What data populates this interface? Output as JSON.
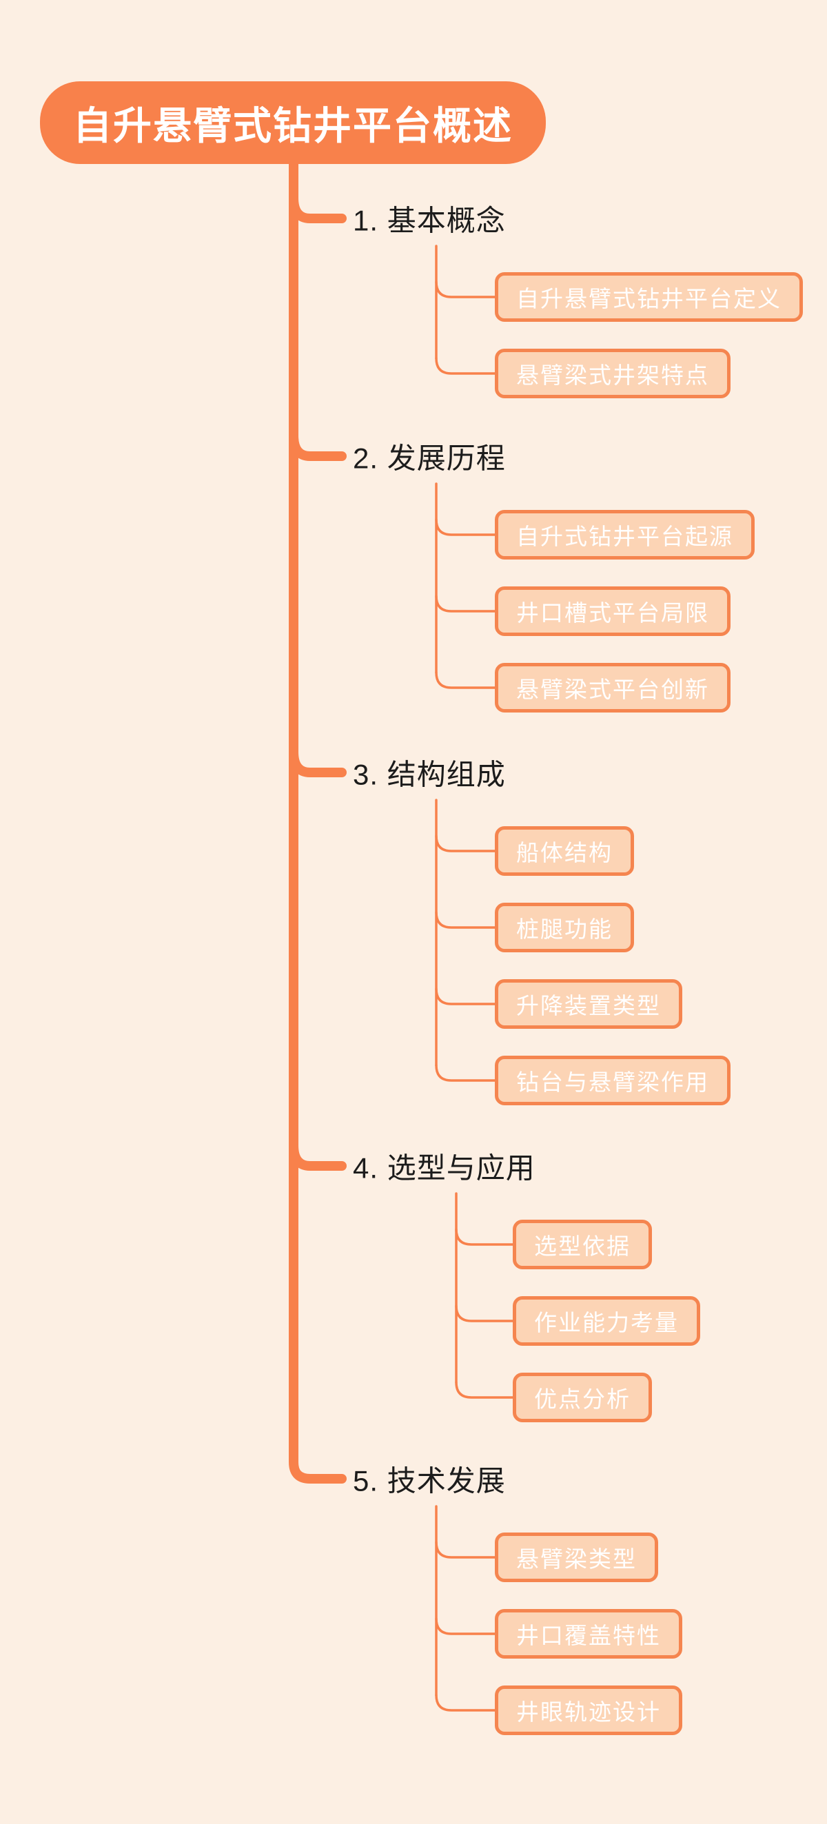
{
  "root": {
    "label": "自升悬臂式钻井平台概述"
  },
  "branches": [
    {
      "label": "1. 基本概念",
      "children": [
        "自升悬臂式钻井平台定义",
        "悬臂梁式井架特点"
      ]
    },
    {
      "label": "2. 发展历程",
      "children": [
        "自升式钻井平台起源",
        "井口槽式平台局限",
        "悬臂梁式平台创新"
      ]
    },
    {
      "label": "3. 结构组成",
      "children": [
        "船体结构",
        "桩腿功能",
        "升降装置类型",
        "钻台与悬臂梁作用"
      ]
    },
    {
      "label": "4. 选型与应用",
      "children": [
        "选型依据",
        "作业能力考量",
        "优点分析"
      ]
    },
    {
      "label": "5. 技术发展",
      "children": [
        "悬臂梁类型",
        "井口覆盖特性",
        "井眼轨迹设计"
      ]
    }
  ],
  "colors": {
    "background": "#FCEFE3",
    "accent": "#F8814B",
    "node_fill": "#FCD4B5",
    "node_border": "#F5854F",
    "node_text": "#FFFFFF",
    "root_text": "#FFFFFF",
    "branch_label_text": "#1C1C1C"
  }
}
